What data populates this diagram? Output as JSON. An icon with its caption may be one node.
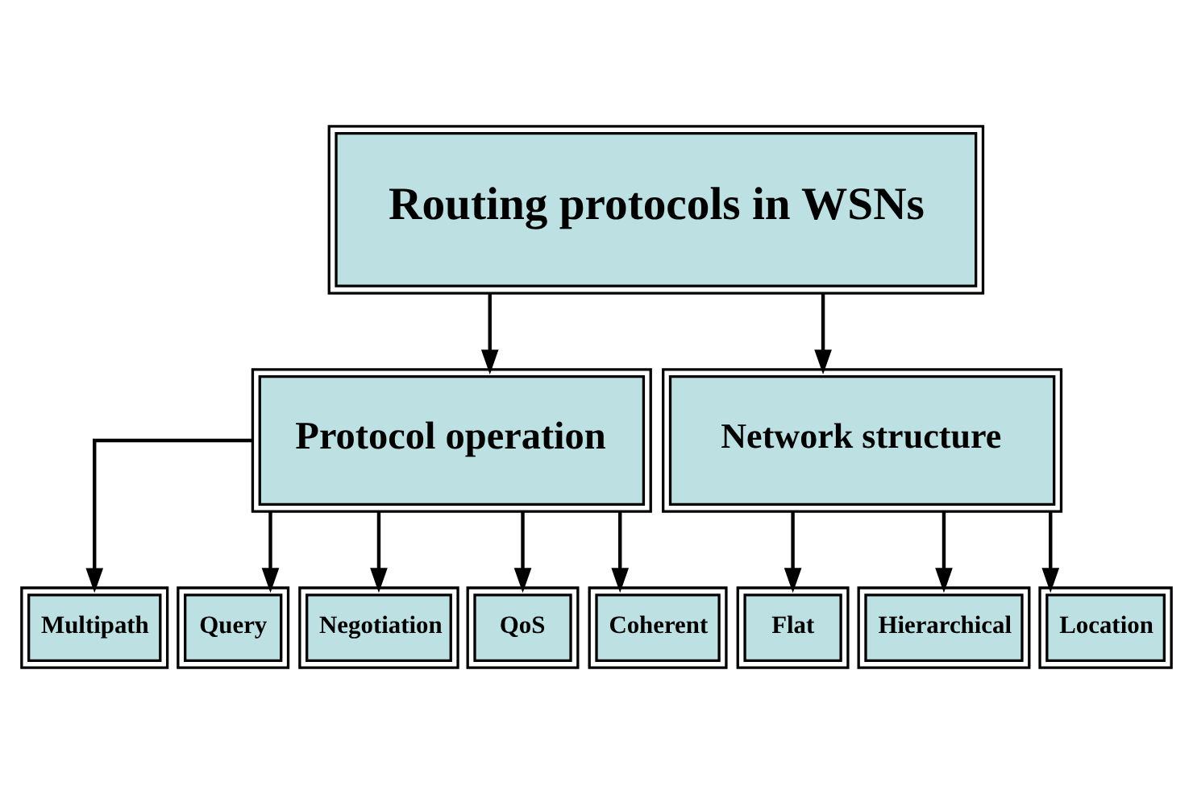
{
  "diagram": {
    "nodes": [
      {
        "text": [
          "Routing protocols in WSNs"
        ]
      },
      {
        "text": [
          "Protocol operation"
        ]
      },
      {
        "text": [
          "Network structure"
        ]
      },
      {
        "text": [
          "Multipath"
        ]
      },
      {
        "text": [
          "Query"
        ]
      },
      {
        "text": [
          "Negotiation"
        ]
      },
      {
        "text": [
          "QoS"
        ]
      },
      {
        "text": [
          "Coherent"
        ]
      },
      {
        "text": [
          "Flat"
        ]
      },
      {
        "text": [
          "Hierarchical"
        ]
      },
      {
        "text": [
          "Location"
        ]
      }
    ],
    "edges": [
      {
        "from": 0,
        "to": 1,
        "arrow": "to"
      },
      {
        "from": 0,
        "to": 2,
        "arrow": "to"
      },
      {
        "from": 1,
        "to": 3,
        "arrow": "to"
      },
      {
        "from": 1,
        "to": 4,
        "arrow": "to"
      },
      {
        "from": 1,
        "to": 5,
        "arrow": "to"
      },
      {
        "from": 1,
        "to": 6,
        "arrow": "to"
      },
      {
        "from": 1,
        "to": 7,
        "arrow": "to"
      },
      {
        "from": 2,
        "to": 8,
        "arrow": "to"
      },
      {
        "from": 2,
        "to": 9,
        "arrow": "to"
      },
      {
        "from": 2,
        "to": 10,
        "arrow": "to"
      }
    ]
  }
}
